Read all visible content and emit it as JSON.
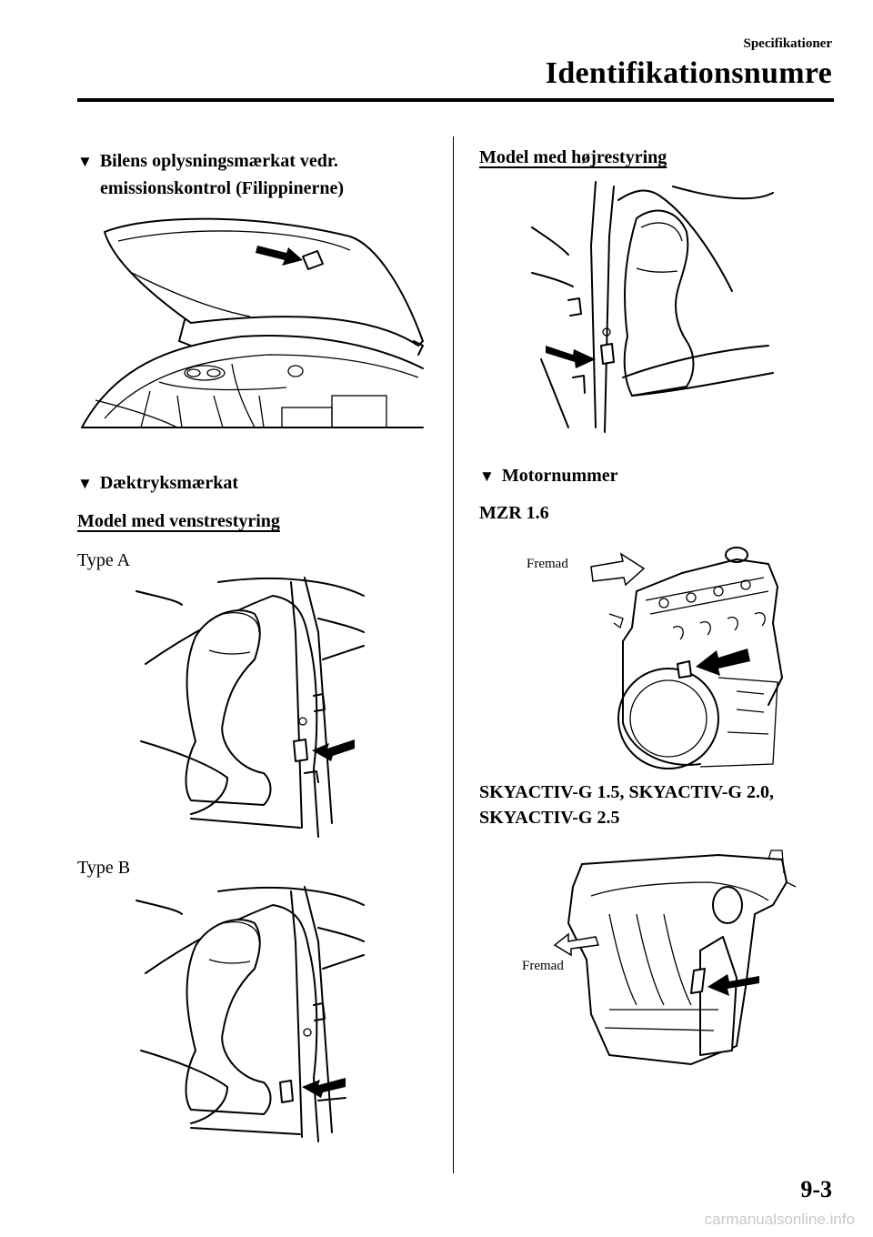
{
  "header": {
    "section": "Specifikationer",
    "title": "Identifikationsnumre"
  },
  "left": {
    "emission_heading_line1": "Bilens oplysningsmærkat vedr.",
    "emission_heading_line2": "emissionskontrol (Filippinerne)",
    "tire_heading": "Dæktryksmærkat",
    "lhd_subheading": "Model med venstrestyring",
    "type_a": "Type A",
    "type_b": "Type B"
  },
  "right": {
    "rhd_subheading": "Model med højrestyring",
    "engine_heading": "Motornummer",
    "mzr_label": "MZR 1.6",
    "forward_label_1": "Fremad",
    "skyactiv_line1": "SKYACTIV-G 1.5, SKYACTIV-G 2.0,",
    "skyactiv_line2": "SKYACTIV-G 2.5",
    "forward_label_2": "Fremad"
  },
  "footer": {
    "page_number": "9-3",
    "watermark": "carmanualsonline.info"
  },
  "icons": {
    "bullet": "down-triangle"
  }
}
